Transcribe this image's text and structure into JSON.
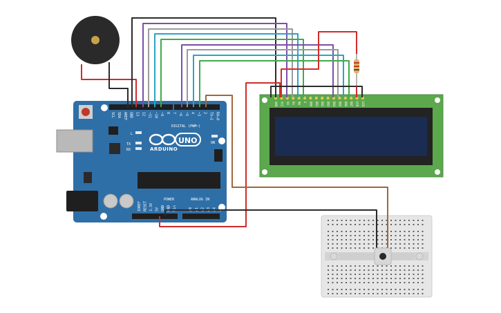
{
  "arduino": {
    "brand": "ARDUINO",
    "model": "UNO",
    "on_label": "ON",
    "l_label": "L",
    "tx_label": "TX",
    "rx_label": "RX",
    "digital_label": "DIGITAL (PWM~)",
    "power_label": "POWER",
    "analog_label": "ANALOG IN",
    "top_pins": [
      "SCL",
      "SDA",
      "AREF",
      "GND",
      "13",
      "12",
      "~11",
      "~10",
      "~9",
      "8",
      "7",
      "~6",
      "~5",
      "4",
      "~3",
      "2",
      "TX→1",
      "RX←0"
    ],
    "bottom_pins": [
      "IOREF",
      "RESET",
      "3.3V",
      "5V",
      "GND",
      "GND",
      "Vin",
      "A0",
      "A1",
      "A2",
      "A3",
      "A4",
      "A5"
    ]
  },
  "lcd": {
    "pins": [
      "GND",
      "VCC",
      "V0",
      "RS",
      "RW",
      "E",
      "DB0",
      "DB1",
      "DB2",
      "DB3",
      "DB4",
      "DB5",
      "DB6",
      "DB7",
      "LED",
      "LED"
    ]
  },
  "colors": {
    "board": "#2f6fa7",
    "lcd_pcb": "#5ba84d",
    "lcd_screen": "#1b2c52",
    "wire_red": "#d12b2b",
    "wire_black": "#2b2b2b",
    "wire_purple": "#7b4fa6",
    "wire_gray": "#9a9a9a",
    "wire_cyan": "#2aa3c9",
    "wire_green": "#3dab4a",
    "wire_brown": "#a0663a"
  }
}
